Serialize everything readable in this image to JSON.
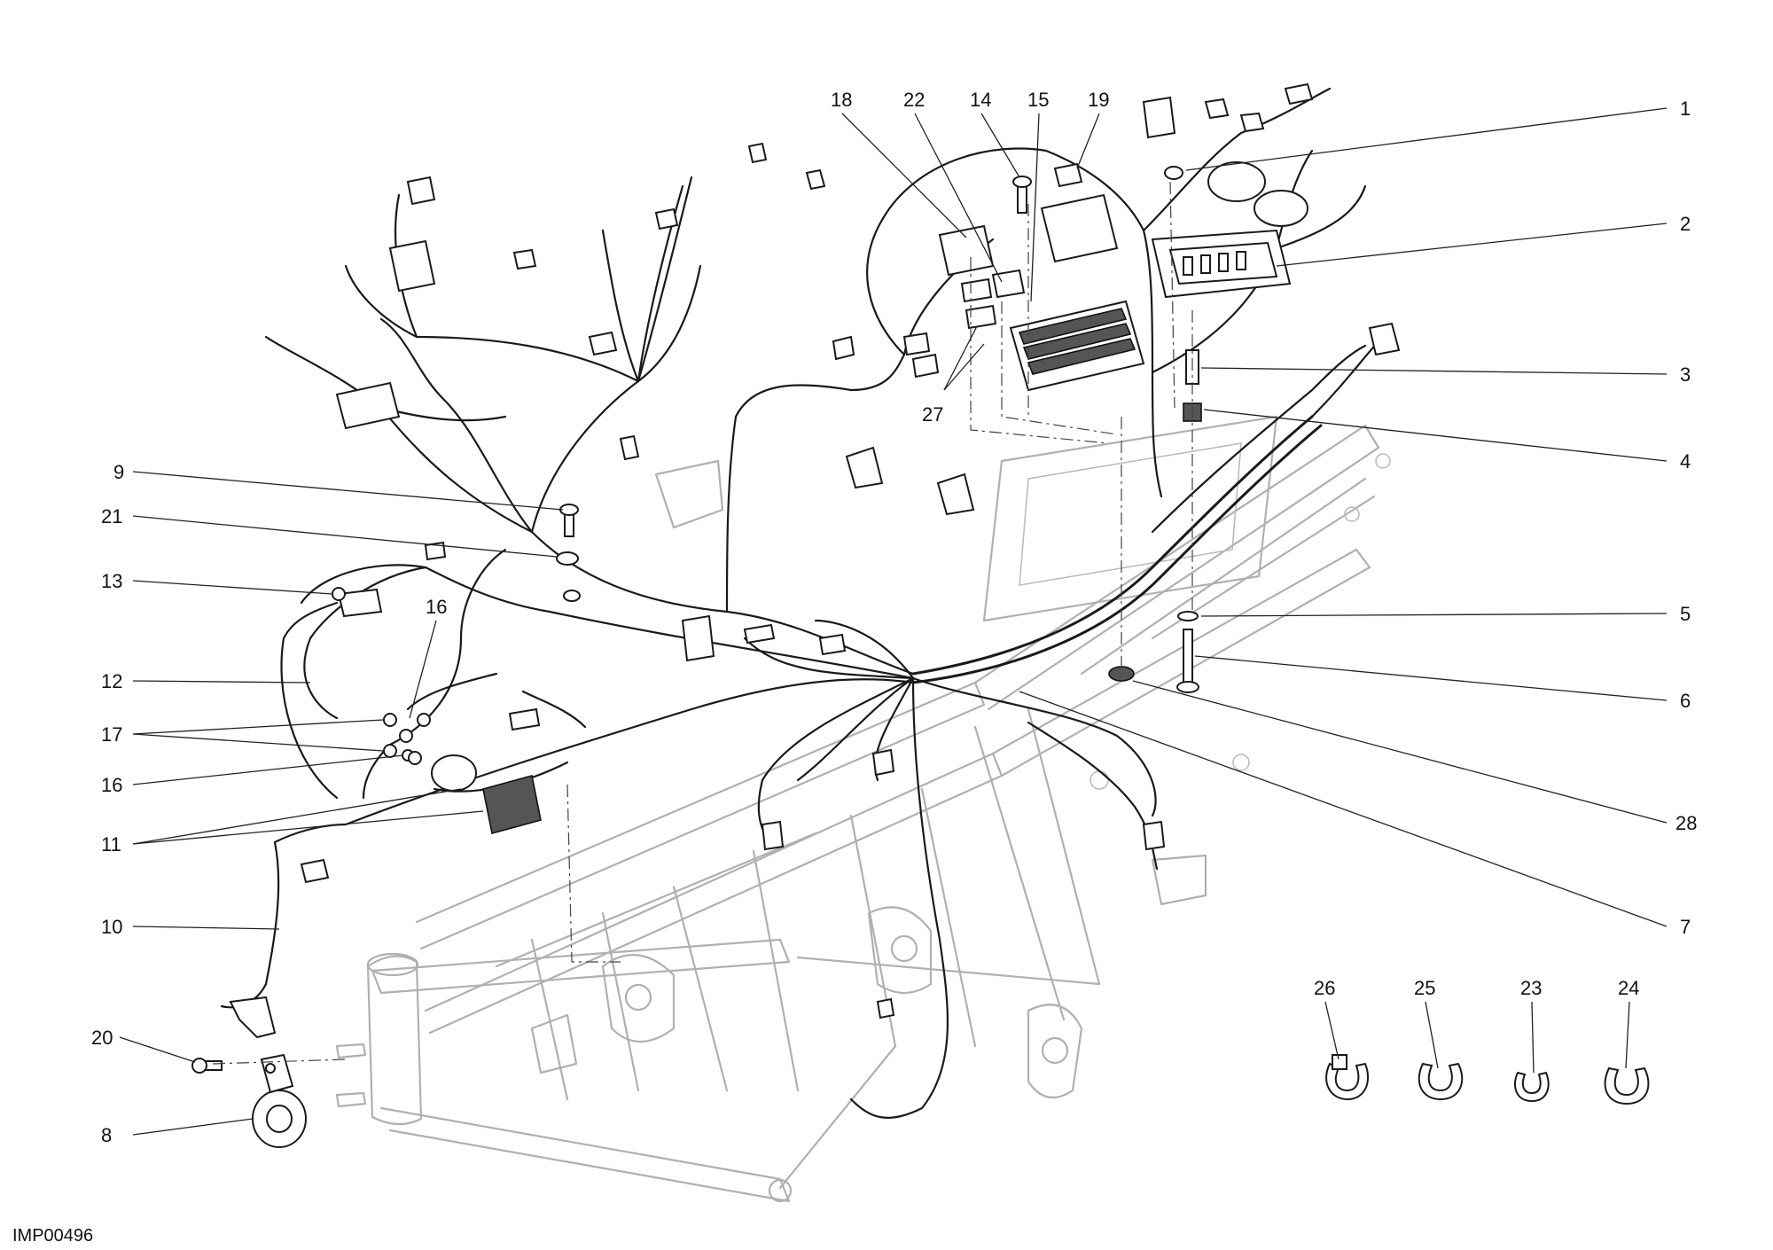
{
  "drawing_code": "IMP00496",
  "callouts": [
    {
      "id": "c1",
      "label": "1"
    },
    {
      "id": "c2",
      "label": "2"
    },
    {
      "id": "c3",
      "label": "3"
    },
    {
      "id": "c4",
      "label": "4"
    },
    {
      "id": "c5",
      "label": "5"
    },
    {
      "id": "c6",
      "label": "6"
    },
    {
      "id": "c7",
      "label": "7"
    },
    {
      "id": "c28",
      "label": "28"
    },
    {
      "id": "c18",
      "label": "18"
    },
    {
      "id": "c22",
      "label": "22"
    },
    {
      "id": "c14",
      "label": "14"
    },
    {
      "id": "c15",
      "label": "15"
    },
    {
      "id": "c19",
      "label": "19"
    },
    {
      "id": "c27",
      "label": "27"
    },
    {
      "id": "c9",
      "label": "9"
    },
    {
      "id": "c21",
      "label": "21"
    },
    {
      "id": "c13",
      "label": "13"
    },
    {
      "id": "c16a",
      "label": "16"
    },
    {
      "id": "c12",
      "label": "12"
    },
    {
      "id": "c17",
      "label": "17"
    },
    {
      "id": "c16b",
      "label": "16"
    },
    {
      "id": "c11",
      "label": "11"
    },
    {
      "id": "c10",
      "label": "10"
    },
    {
      "id": "c20",
      "label": "20"
    },
    {
      "id": "c8",
      "label": "8"
    },
    {
      "id": "c26",
      "label": "26"
    },
    {
      "id": "c25",
      "label": "25"
    },
    {
      "id": "c23",
      "label": "23"
    },
    {
      "id": "c24",
      "label": "24"
    }
  ]
}
